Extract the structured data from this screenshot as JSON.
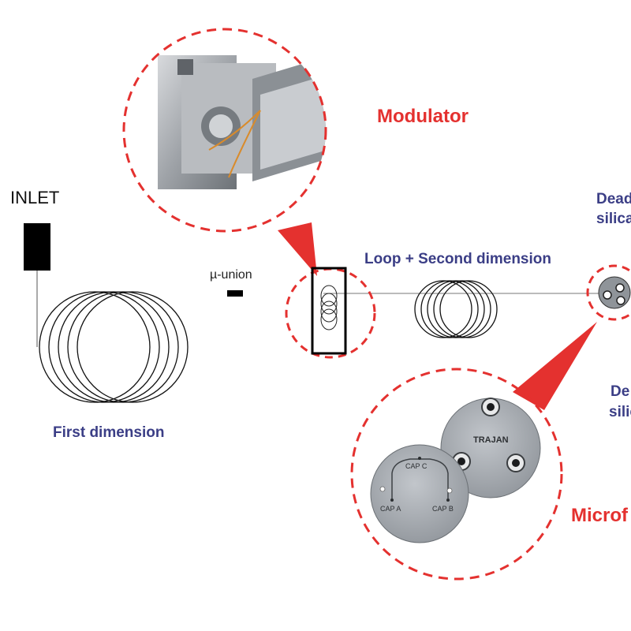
{
  "labels": {
    "inlet": "INLET",
    "modulator": "Modulator",
    "micro_union": "µ-union",
    "loop_second_dimension": "Loop + Second dimension",
    "first_dimension": "First dimension",
    "dead_silica_top_1": "Dead",
    "dead_silica_top_2": "silica",
    "dead_silica_bottom_1": "De",
    "dead_silica_bottom_2": "silic",
    "microfluidic": "Microf"
  },
  "plate_labels": {
    "cap_a": "CAP A",
    "cap_b": "CAP B",
    "cap_c": "CAP C",
    "brand": "TRAJAN"
  },
  "colors": {
    "accent_red": "#e4312f",
    "label_navy": "#3b3e86",
    "plate_gray": "#a8adb3"
  }
}
